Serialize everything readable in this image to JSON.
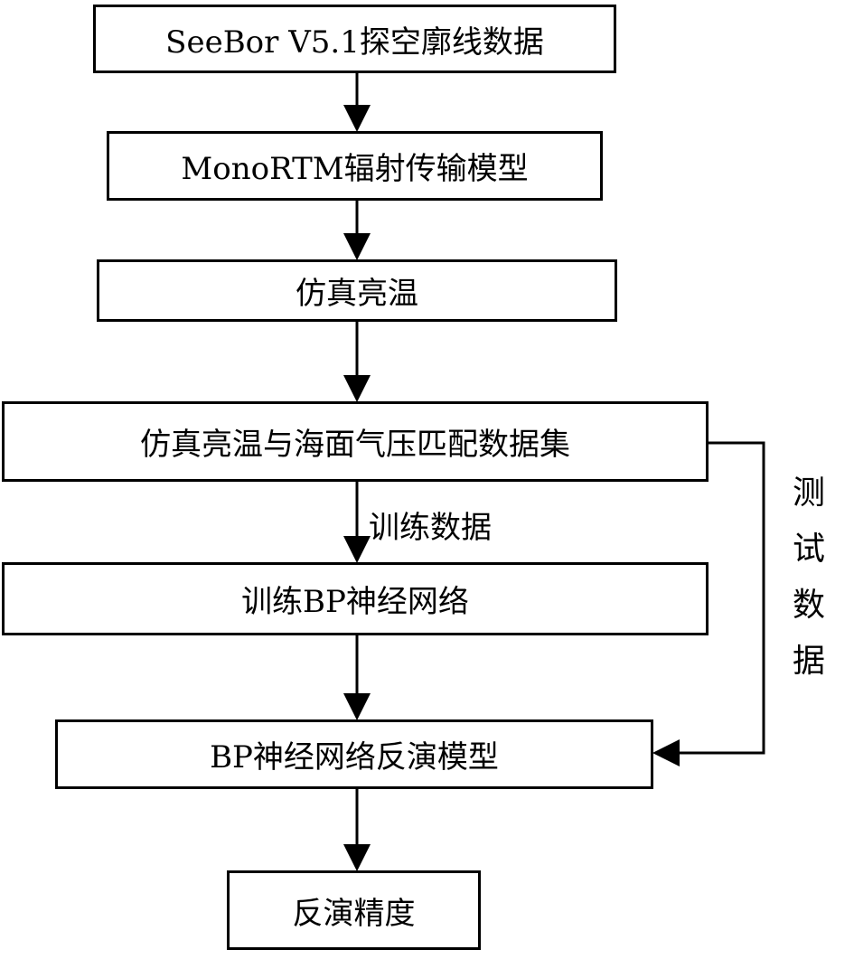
{
  "nodes": {
    "seebor": "SeeBor V5.1探空廓线数据",
    "monortm": "MonoRTM辐射传输模型",
    "sim_bt": "仿真亮温",
    "matched_dataset": "仿真亮温与海面气压匹配数据集",
    "train_bp": "训练BP神经网络",
    "bp_model": "BP神经网络反演模型",
    "accuracy": "反演精度"
  },
  "edge_labels": {
    "training_data": "训练数据",
    "test_data": "测试数据"
  }
}
